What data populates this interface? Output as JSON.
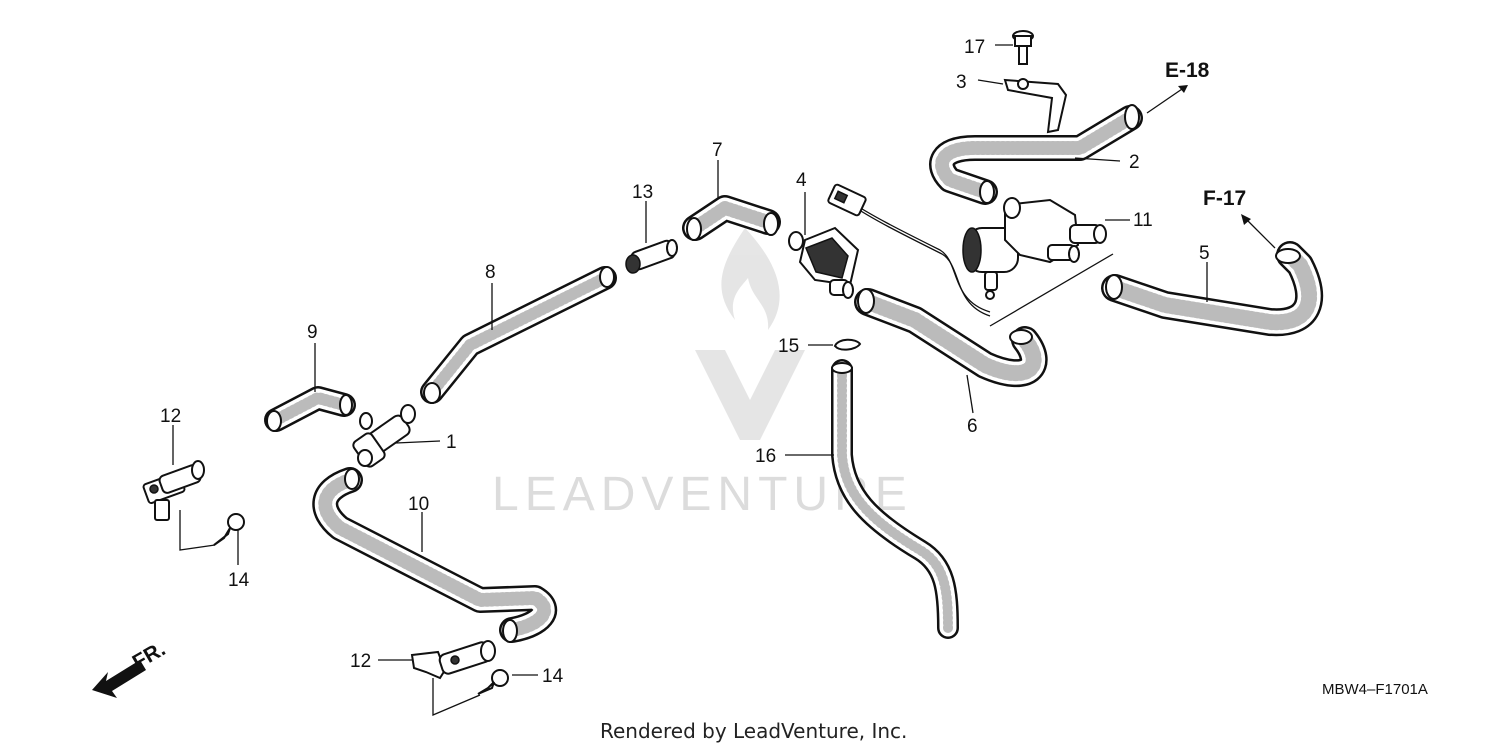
{
  "diagram": {
    "code": "MBW4–F1701A",
    "credit": "Rendered by LeadVenture, Inc.",
    "watermark": "LEADVENTURE",
    "front_marker": "FR.",
    "refs": {
      "e18": "E-18",
      "f17": "F-17"
    },
    "callouts": {
      "c1": "1",
      "c2": "2",
      "c3": "3",
      "c4": "4",
      "c5": "5",
      "c6": "6",
      "c7": "7",
      "c8": "8",
      "c9": "9",
      "c10": "10",
      "c11": "11",
      "c12a": "12",
      "c12b": "12",
      "c13": "13",
      "c14a": "14",
      "c14b": "14",
      "c15": "15",
      "c16": "16",
      "c17": "17"
    }
  }
}
